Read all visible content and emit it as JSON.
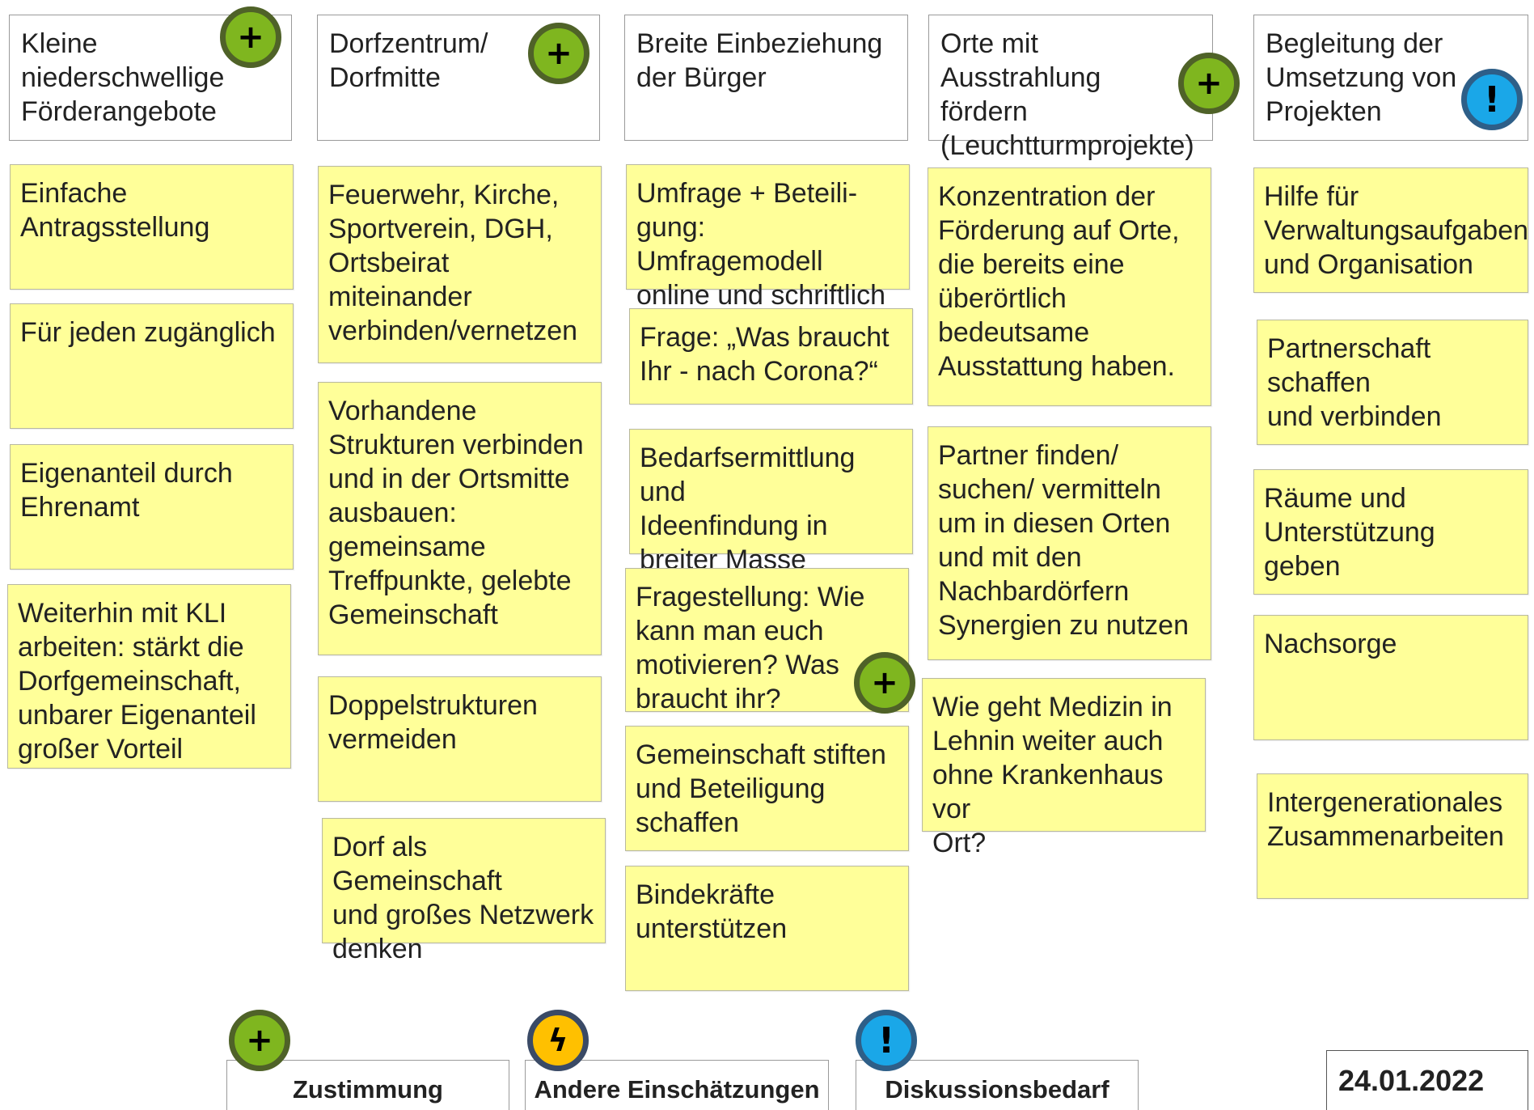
{
  "columns": [
    {
      "header": "Kleine\nniederschwellige\nFörderangebote",
      "header_badge": "plus",
      "notes": [
        "Einfache\nAntragsstellung",
        "Für jeden zugänglich",
        "Eigenanteil durch\nEhrenamt",
        "Weiterhin mit KLI\narbeiten: stärkt die\nDorfgemeinschaft,\nunbarer Eigenanteil\ngroßer Vorteil"
      ]
    },
    {
      "header": "Dorfzentrum/\nDorfmitte",
      "header_badge": "plus",
      "notes": [
        "Feuerwehr, Kirche,\nSportverein, DGH,\nOrtsbeirat\nmiteinander\nverbinden/vernetzen",
        "Vorhandene\nStrukturen verbinden\nund in der Ortsmitte\nausbauen:\ngemeinsame\nTreffpunkte, gelebte\nGemeinschaft",
        "Doppelstrukturen\nvermeiden",
        "Dorf als Gemeinschaft\nund großes Netzwerk\ndenken"
      ]
    },
    {
      "header": "Breite Einbeziehung\nder Bürger",
      "header_badge": "",
      "notes": [
        "Umfrage + Beteili-\ngung: Umfragemodell\nonline und schriftlich",
        "Frage: „Was braucht\nIhr - nach Corona?“",
        "Bedarfsermittlung und\nIdeenfindung in\nbreiter Masse",
        "Fragestellung: Wie\nkann man euch\nmotivieren? Was\nbraucht ihr?",
        "Gemeinschaft stiften\nund Beteiligung\nschaffen",
        "Bindekräfte\nunterstützen"
      ]
    },
    {
      "header": "Orte mit Ausstrahlung\nfördern\n(Leuchtturmprojekte)",
      "header_badge": "plus",
      "notes": [
        "Konzentration der\nFörderung auf  Orte,\ndie bereits eine\nüberörtlich\nbedeutsame\nAusstattung haben.",
        "Partner finden/\nsuchen/ vermitteln\num in diesen Orten\nund mit den\nNachbardörfern\nSynergien zu nutzen",
        "Wie geht Medizin in\nLehnin weiter auch\nohne Krankenhaus vor\nOrt?"
      ]
    },
    {
      "header": "Begleitung der\nUmsetzung  von\nProjekten",
      "header_badge": "bang",
      "notes": [
        "Hilfe für\nVerwaltungsaufgaben\nund Organisation",
        "Partnerschaft schaffen\nund verbinden",
        "Räume und\nUnterstützung geben",
        "Nachsorge",
        "Intergenerationales\nZusammenarbeiten"
      ]
    }
  ],
  "legend": [
    {
      "symbol": "+",
      "icon": "plus-icon",
      "color": "#7fb61f",
      "label": "Zustimmung"
    },
    {
      "symbol": "ϟ",
      "icon": "lightning-icon",
      "color": "#ffc000",
      "label": "Andere Einschätzungen"
    },
    {
      "symbol": "!",
      "icon": "exclamation-icon",
      "color": "#1aa7e8",
      "label": "Diskussionsbedarf"
    }
  ],
  "note_badge_symbol": "+",
  "header_plus_symbol": "+",
  "header_bang_symbol": "!",
  "date": "24.01.2022",
  "colors": {
    "note_background": "#ffff99",
    "badge_plus": "#7fb61f",
    "badge_exclamation": "#1aa7e8",
    "badge_lightning": "#ffc000"
  }
}
